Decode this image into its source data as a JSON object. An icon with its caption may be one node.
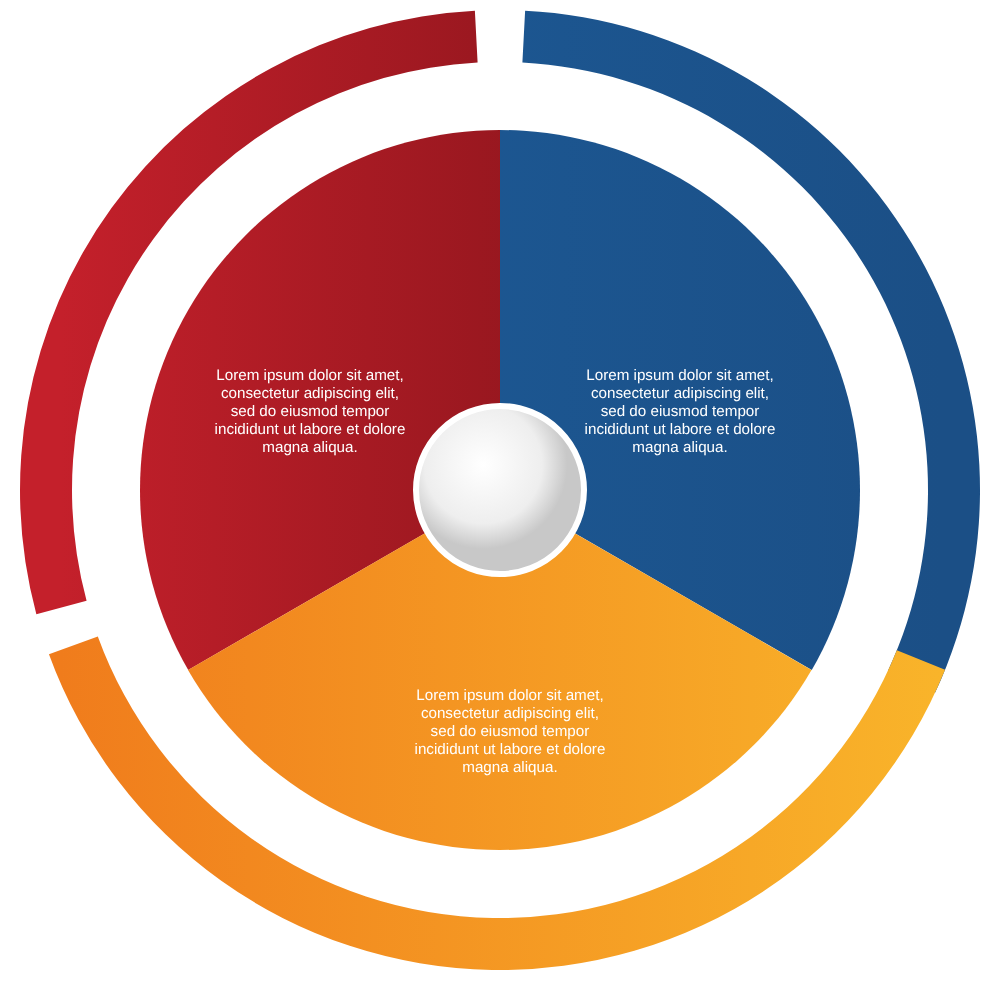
{
  "diagram": {
    "nodes": [
      {
        "text": [
          "Lorem ipsum dolor sit amet, consectetur adipiscing elit, sed do eiusmod tempor incididunt ut labore et dolore magna aliqua."
        ]
      },
      {
        "text": [
          "Lorem ipsum dolor sit amet, consectetur adipiscing elit, sed do eiusmod tempor incididunt ut labore et dolore magna aliqua."
        ]
      },
      {
        "text": [
          "Lorem ipsum dolor sit amet, consectetur adipiscing elit, sed do eiusmod tempor incididunt ut labore et dolore magna aliqua."
        ]
      },
      {
        "text": [],
        "shape": "circle"
      }
    ]
  }
}
